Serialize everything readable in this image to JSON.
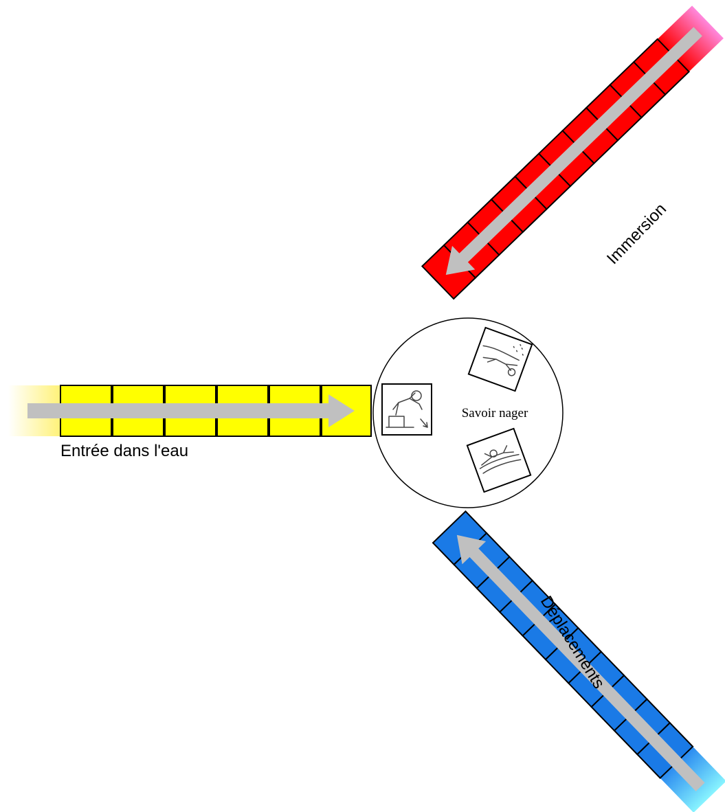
{
  "center": {
    "label": "Savoir nager"
  },
  "branches": [
    {
      "id": "entree",
      "label": "Entrée dans l'eau",
      "color": "#ffff00",
      "fade_color": "#fff066",
      "cells": 6,
      "icon": "diving-swimmer-icon"
    },
    {
      "id": "immersion",
      "label": "Immersion",
      "color": "#ff0000",
      "fade_color": "#ff66cc",
      "cells": 10,
      "icon": "underwater-swimmer-icon"
    },
    {
      "id": "deplacements",
      "label": "Déplacements",
      "color": "#1a7ae6",
      "fade_color": "#55eeff",
      "cells": 10,
      "icon": "floating-swimmer-icon"
    }
  ],
  "arrow_color": "#c0c0c0"
}
